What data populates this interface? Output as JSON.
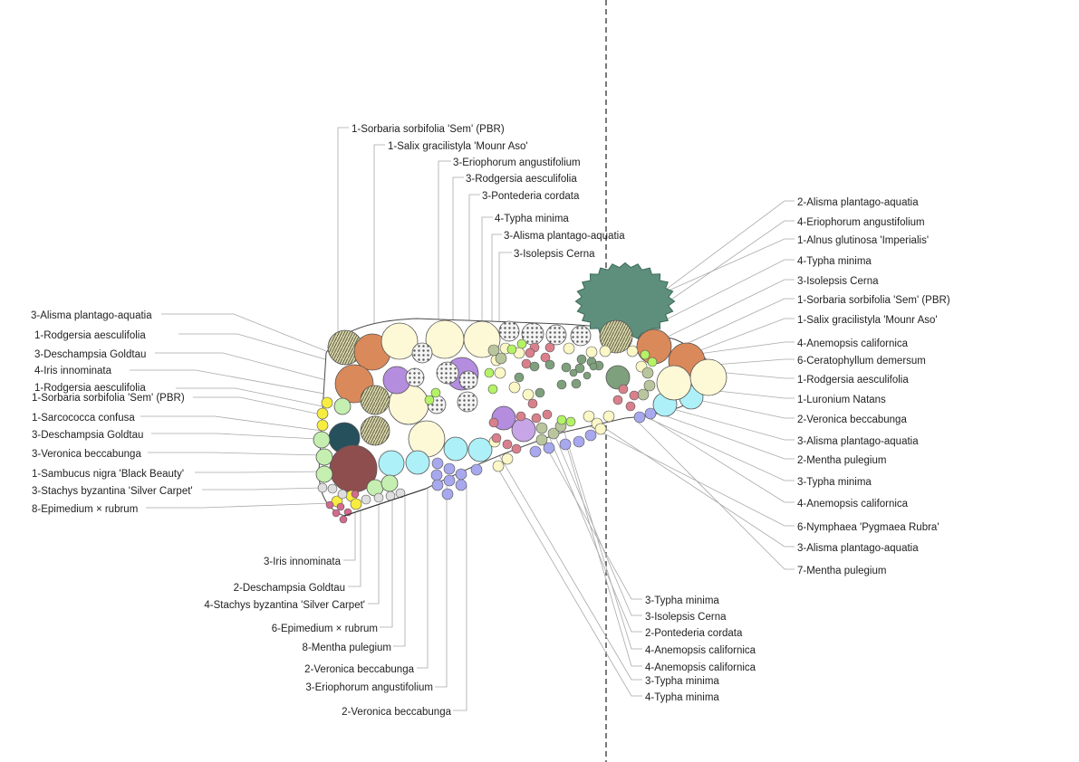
{
  "colors": {
    "orange": "#d9895a",
    "cream": "#fdf8d6",
    "purple": "#b48ddf",
    "lilac": "#c7a5e6",
    "cyan": "#aef0f7",
    "periwinkle": "#a8a8ee",
    "sage": "#b9c59d",
    "dark_sage": "#7fa07c",
    "lime": "#b4f266",
    "lightgreen": "#c5efb0",
    "yellow": "#f7ec41",
    "pink": "#d46a8e",
    "rose": "#d9808c",
    "teal_tree": "#5d8f7c",
    "dark_teal": "#25505c",
    "maroon": "#8e4e4e",
    "grey": "#dedede",
    "pale_yellow": "#fbf7c6"
  },
  "labels": {
    "top": [
      "1-Sorbaria sorbifolia 'Sem' (PBR)",
      "1-Salix gracilistyla 'Mounr Aso'",
      "3-Eriophorum angustifolium",
      "3-Rodgersia aesculifolia",
      "3-Pontederia cordata",
      "4-Typha minima",
      "3-Alisma plantago-aquatia",
      "3-Isolepsis Cerna"
    ],
    "left": [
      "3-Alisma plantago-aquatia",
      "1-Rodgersia aesculifolia",
      "3-Deschampsia Goldtau",
      "4-Iris innominata",
      "1-Rodgersia aesculifolia",
      "1-Sorbaria sorbifolia 'Sem' (PBR)",
      "1-Sarcococca confusa",
      "3-Deschampsia Goldtau",
      "3-Veronica beccabunga",
      "1-Sambucus nigra 'Black Beauty'",
      "3-Stachys byzantina 'Silver Carpet'",
      "8-Epimedium × rubrum"
    ],
    "bottom_left": [
      "3-Iris innominata",
      "2-Deschampsia Goldtau",
      "4-Stachys byzantina 'Silver Carpet'",
      "6-Epimedium × rubrum",
      "8-Mentha pulegium",
      "2-Veronica beccabunga",
      "3-Eriophorum angustifolium",
      "2-Veronica beccabunga"
    ],
    "bottom_center": [
      "3-Typha minima",
      "3-Isolepsis Cerna",
      "2-Pontederia cordata",
      "4-Anemopsis californica",
      "4-Anemopsis californica",
      "3-Typha minima",
      "4-Typha minima"
    ],
    "right": [
      "2-Alisma plantago-aquatia",
      "4-Eriophorum angustifolium",
      "1-Alnus glutinosa 'Imperialis'",
      "4-Typha minima",
      "3-Isolepsis Cerna",
      "1-Sorbaria sorbifolia 'Sem' (PBR)",
      "1-Salix gracilistyla 'Mounr Aso'",
      "4-Anemopsis californica",
      "6-Ceratophyllum demersum",
      "1-Rodgersia aesculifolia",
      "1-Luronium Natans",
      "2-Veronica beccabunga",
      "3-Alisma plantago-aquatia",
      "2-Mentha pulegium",
      "3-Typha minima",
      "4-Anemopsis californica",
      "6-Nymphaea 'Pygmaea Rubra'",
      "3-Alisma plantago-aquatia",
      "7-Mentha pulegium"
    ]
  }
}
